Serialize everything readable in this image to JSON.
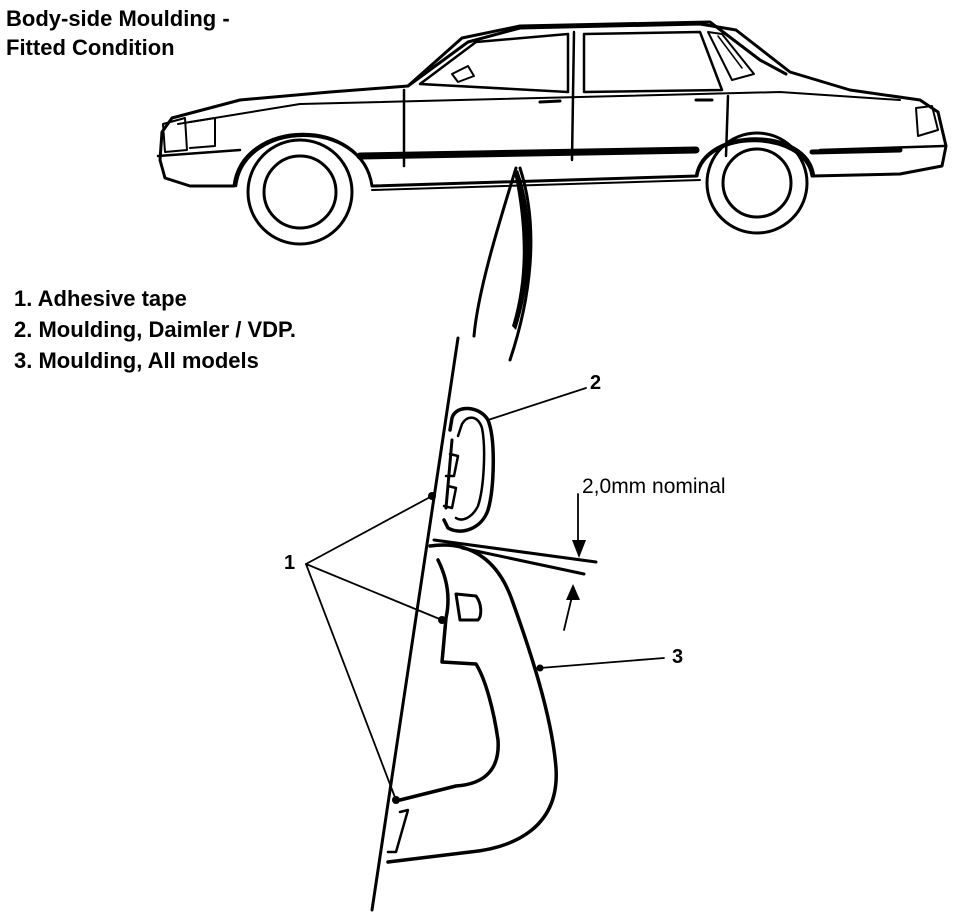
{
  "title": {
    "line1": "Body-side Moulding -",
    "line2": "Fitted Condition"
  },
  "legend": [
    {
      "num": "1.",
      "text": "Adhesive tape"
    },
    {
      "num": "2.",
      "text": "Moulding, Daimler / VDP."
    },
    {
      "num": "3.",
      "text": "Moulding, All models"
    }
  ],
  "callouts": {
    "c1": "1",
    "c2": "2",
    "c3": "3"
  },
  "dimension": {
    "label": "2,0mm nominal"
  }
}
